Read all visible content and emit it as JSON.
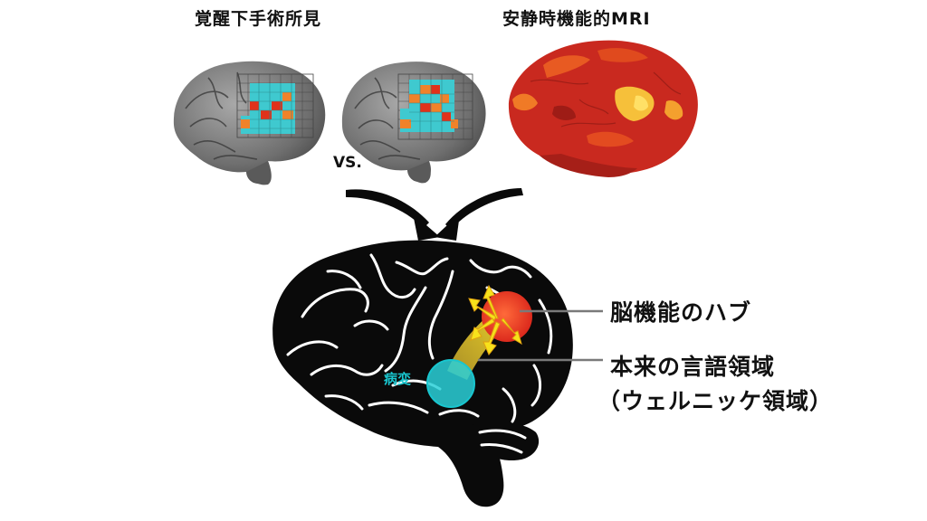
{
  "labels": {
    "awake_surgery_findings": "覚醒下手術所見",
    "resting_state_fmri": "安静時機能的MRI",
    "vs": "VS.",
    "brain_function_hub": "脳機能のハブ",
    "original_language_area": "本来の言語領域",
    "wernicke_area": "（ウェルニッケ領域）",
    "lesion": "病変"
  },
  "colors": {
    "grid_cell": "#3fc9cf",
    "hot_red": "#e0321b",
    "hot_orange": "#f0822a",
    "hub_red": "#e8321e",
    "arrow_yellow": "#f7e21b",
    "lesion_cyan": "#19c6cf",
    "brain_black": "#0a0a0a",
    "gray_brain": "#8a8a8a",
    "leader_line": "#7a7a7a"
  }
}
